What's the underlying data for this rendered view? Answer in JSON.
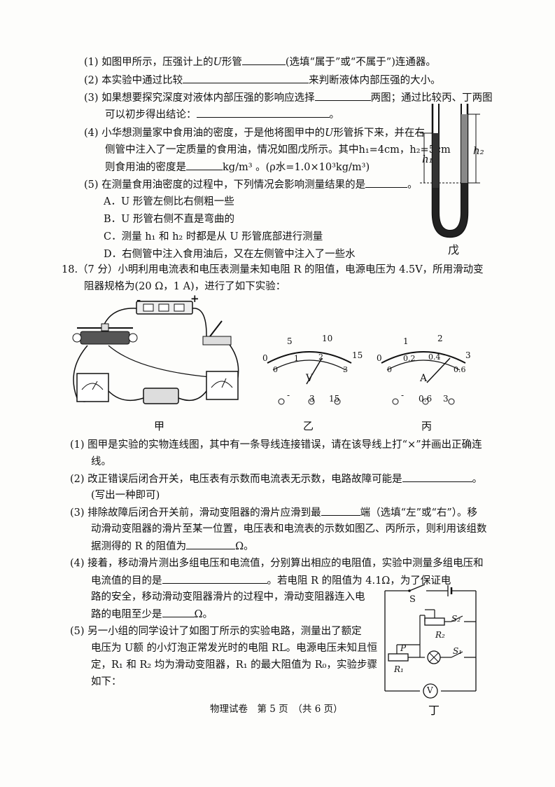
{
  "q17": {
    "s1_a": "(1) 如图甲所示，压强计上的",
    "s1_u": "U",
    "s1_b": "形管",
    "s1_c": "(选填“属于”或“不属于”)连通器。",
    "s2_a": "(2) 本实验中通过比较",
    "s2_b": "来判断液体内部压强的大小。",
    "s3_a": "(3) 如果想要探究深度对液体内部压强的影响应选择",
    "s3_b": "两图；通过比较丙、丁两图",
    "s3_c": "可以初步得出结论：",
    "s3_end": "。",
    "s4_a": "(4) 小华想测量家中食用油的密度，于是他将图甲中的",
    "s4_u": "U",
    "s4_b": "形管拆下来，并在右",
    "s4_c": "侧管中注入了一定质量的食用油，情况如图戊所示。其中",
    "s4_h1": "h₁=4cm，h₂=5cm",
    "s4_d": "则食用油的密度是",
    "s4_e": "kg/m³ 。(ρ水=1.0×10³kg/m³)",
    "s5": "(5) 在测量食用油密度的过程中，下列情况会影响测量结果的是",
    "s5_end": "。",
    "optA": "A．U 形管左侧比右侧粗一些",
    "optB": "B．U 形管右侧不直是弯曲的",
    "optC": "C．测量 h₁ 和 h₂ 时都是从 U 形管底部进行测量",
    "optD": "D．右侧管中注入食用油后，又在左侧管中注入了一些水",
    "fig_label": "戊",
    "h1_label": "h₁",
    "h2_label": "h₂"
  },
  "q18": {
    "intro1": "18.（7 分）小明利用电流表和电压表测量未知电阻 R 的阻值，电源电压为 4.5V，所用滑动变",
    "intro2": "阻器规格为(20 Ω，1 A)，进行了如下实验：",
    "fig_jia": "甲",
    "fig_yi": "乙",
    "fig_bing": "丙",
    "fig_ding": "丁",
    "volt": {
      "ticks_top": [
        "0",
        "5",
        "10",
        "15"
      ],
      "ticks_bottom": [
        "0",
        "1",
        "2",
        "3"
      ],
      "symbol": "V",
      "terminals": [
        "-",
        "3",
        "15"
      ]
    },
    "amp": {
      "ticks_top": [
        "0",
        "1",
        "2",
        "3"
      ],
      "ticks_bottom": [
        "0",
        "0.2",
        "0.4",
        "0.6"
      ],
      "symbol": "A",
      "terminals": [
        "-",
        "0.6",
        "3"
      ]
    },
    "battery_minus": "-",
    "battery_plus": "+",
    "s1_a": "(1) 图甲是实验的实物连线图，其中有一条导线连接错误，请在该导线上打“×”并画出正确连",
    "s1_b": "线。",
    "s2_a": "(2) 改正错误后闭合开关，电压表有示数而电流表无示数，电路故障可能是",
    "s2_end": "。",
    "s2_b": "(写出一种即可)",
    "s3_a": "(3) 排除故障后闭合开关前，滑动变阻器的滑片应滑到最",
    "s3_b": "端（选填“左”或“右”）。移",
    "s3_c": "动滑动变阻器的滑片至某一位置，电压表和电流表的示数如图乙、丙所示，则利用该组数",
    "s3_d": "据测得的 R 的阻值为",
    "s3_e": "Ω。",
    "s4_a": "(4) 接着，移动滑片测出多组电压和电流值，分别算出相应的电阻值，实验中测量多组电压和",
    "s4_b": "电流值的目的是",
    "s4_c": "。若电阻 R 的阻值为 4.1Ω，为了保证电",
    "s4_d": "路的安全，移动滑动变阻器滑片的过程中，滑动变阻器连入电",
    "s4_e": "路的电阻至少是",
    "s4_f": "Ω。",
    "s5_a": "(5) 另一小组的同学设计了如图丁所示的实验电路，测量出了额定",
    "s5_b": "电压为 U额 的小灯泡正常发光时的电阻 RL。电源电压未知且恒",
    "s5_c": "定，R₁ 和 R₂ 均为滑动变阻器，R₁ 的最大阻值为 R₀，实验步骤",
    "s5_d": "如下：",
    "ding_labels": {
      "S": "S",
      "S2": "S₂",
      "R2": "R₂",
      "P": "P",
      "S1": "S₁",
      "R1": "R₁",
      "V": "V"
    }
  },
  "footer": "物理试卷　第 5 页　（共 6 页）"
}
